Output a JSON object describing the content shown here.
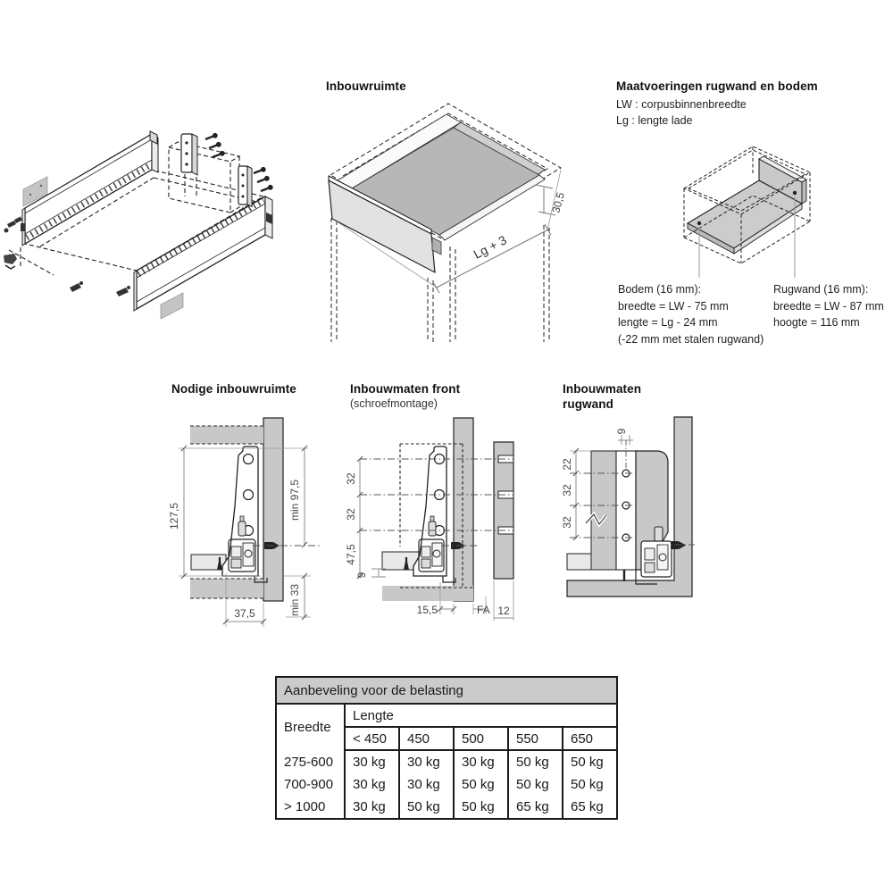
{
  "colors": {
    "panel_gray": "#c8c8c8",
    "slab_gray": "#e9e9e9",
    "interior_gray": "#b7b7b7",
    "line_dark": "#1f1f1f",
    "dim_line": "#8c8c8c",
    "table_title_bg": "#cbcbcb"
  },
  "top": {
    "inbouwruimte": {
      "title": "Inbouwruimte",
      "dim_depth": "Lg + 3",
      "dim_height": "30,5"
    },
    "maatvoeringen": {
      "title": "Maatvoeringen rugwand en bodem",
      "legend_lw": "LW : corpusbinnenbreedte",
      "legend_lg": "Lg : lengte lade",
      "bodem_title": "Bodem (16 mm):",
      "bodem_line1": "breedte = LW - 75 mm",
      "bodem_line2": "lengte = Lg - 24 mm",
      "bodem_line3": "(-22 mm met stalen rugwand)",
      "rugwand_title": "Rugwand (16 mm):",
      "rugwand_line1": "breedte = LW - 87 mm",
      "rugwand_line2": "hoogte = 116 mm"
    }
  },
  "middle": {
    "nodige": {
      "title": "Nodige inbouwruimte",
      "dim_height": "127,5",
      "dim_min_top": "min 97,5",
      "dim_min_bottom": "min 33",
      "dim_depth": "37,5"
    },
    "front": {
      "title": "Inbouwmaten front",
      "subtitle": "(schroefmontage)",
      "dim_32a": "32",
      "dim_32b": "32",
      "dim_475": "47,5",
      "dim_9": "9",
      "dim_155": "15,5",
      "dim_fa": "FA",
      "dim_12": "12"
    },
    "rugwand": {
      "title_line1": "Inbouwmaten",
      "title_line2": "rugwand",
      "dim_9": "9",
      "dim_22": "22",
      "dim_32a": "32",
      "dim_32b": "32"
    }
  },
  "table": {
    "title": "Aanbeveling voor de belasting",
    "col_breedte": "Breedte",
    "col_lengte": "Lengte",
    "lengths": [
      "< 450",
      "450",
      "500",
      "550",
      "650"
    ],
    "rows": [
      {
        "breedte": "275-600",
        "v": [
          "30 kg",
          "30 kg",
          "30 kg",
          "50 kg",
          "50 kg"
        ]
      },
      {
        "breedte": "700-900",
        "v": [
          "30 kg",
          "30 kg",
          "50 kg",
          "50 kg",
          "50 kg"
        ]
      },
      {
        "breedte": "> 1000",
        "v": [
          "30 kg",
          "50 kg",
          "50 kg",
          "65 kg",
          "65 kg"
        ]
      }
    ]
  }
}
